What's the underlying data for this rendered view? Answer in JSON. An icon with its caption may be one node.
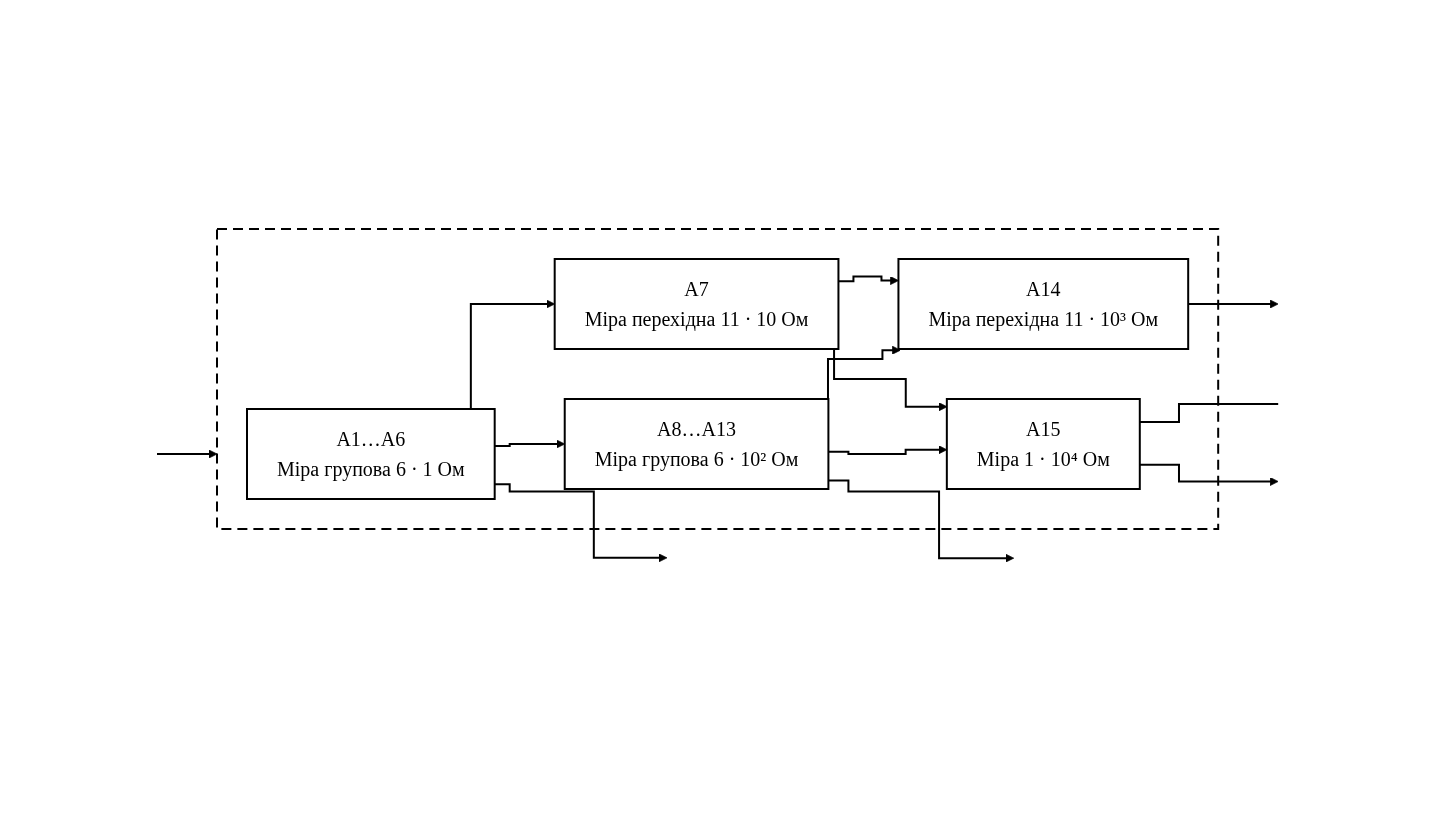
{
  "diagram": {
    "nodes": [
      {
        "text": [],
        "shape": "box"
      },
      {
        "text": [
          "A1…A6",
          "Міра групова 6 · 1 Ом"
        ],
        "in": 0
      },
      {
        "text": [
          "A7",
          "Міра перехідна 11 · 10 Ом"
        ],
        "in": 0
      },
      {
        "text": [
          "A8…A13",
          "Міра групова 6 · 10² Ом"
        ],
        "in": 0
      },
      {
        "text": [
          "A14",
          "Міра перехідна 11 · 10³ Ом"
        ],
        "in": 0
      },
      {
        "text": [
          "A15",
          "Міра 1 · 10⁴ Ом"
        ],
        "in": 0
      }
    ],
    "edges": [
      {
        "from": null,
        "to": 0,
        "arrow": "to"
      },
      {
        "from": 1,
        "to": 2,
        "arrow": "to"
      },
      {
        "from": 1,
        "to": 3,
        "arrow": "to"
      },
      {
        "from": 2,
        "to": 4,
        "arrow": "to"
      },
      {
        "from": 2,
        "to": 5,
        "arrow": "to"
      },
      {
        "from": 3,
        "to": 4,
        "arrow": "to"
      },
      {
        "from": 3,
        "to": 5,
        "arrow": "to"
      },
      {
        "from": 4,
        "to": null,
        "arrow": "to"
      },
      {
        "from": 5,
        "to": null,
        "arrow": "none"
      },
      {
        "from": 1,
        "to": null,
        "arrow": "to"
      },
      {
        "from": 3,
        "to": null,
        "arrow": "to"
      },
      {
        "from": 5,
        "to": null,
        "arrow": "to"
      }
    ]
  }
}
